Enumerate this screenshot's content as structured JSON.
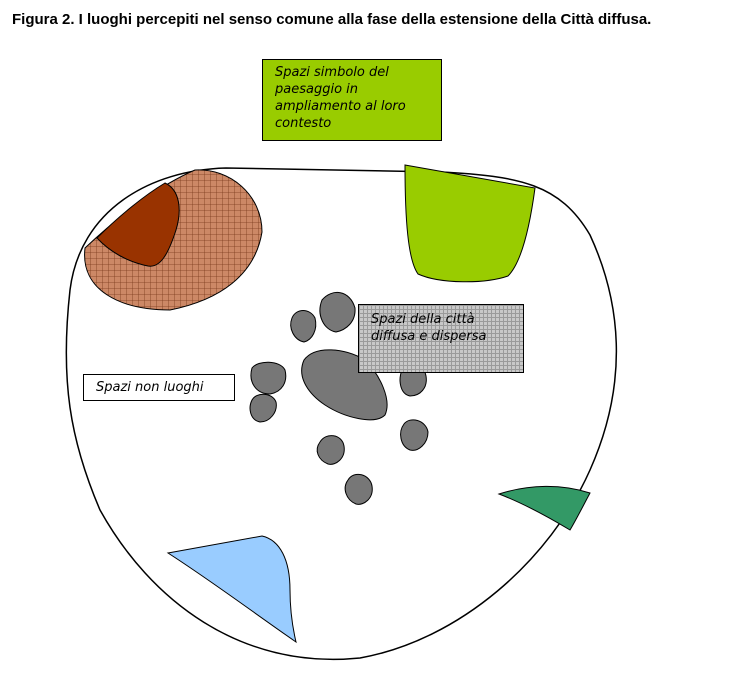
{
  "title": "Figura 2. I luoghi percepiti nel senso comune alla fase della estensione della Città diffusa.",
  "labels": {
    "landscape_symbols": "Spazi simbolo del paesaggio in ampliamento al loro contesto",
    "diffuse_city": "Spazi della città diffusa e dispersa",
    "non_places": "Spazi non luoghi"
  },
  "colors": {
    "landscape_box": "#99cc00",
    "city_box": "#c0c0c0",
    "non_places_box": "#ffffff",
    "outline": "#000000",
    "brown_hatched_area": "#cc8866",
    "dark_brown_area": "#993300",
    "lime_area": "#99cc00",
    "grey_blobs": "#777777",
    "green_area": "#339966",
    "light_blue_area": "#99ccff"
  }
}
